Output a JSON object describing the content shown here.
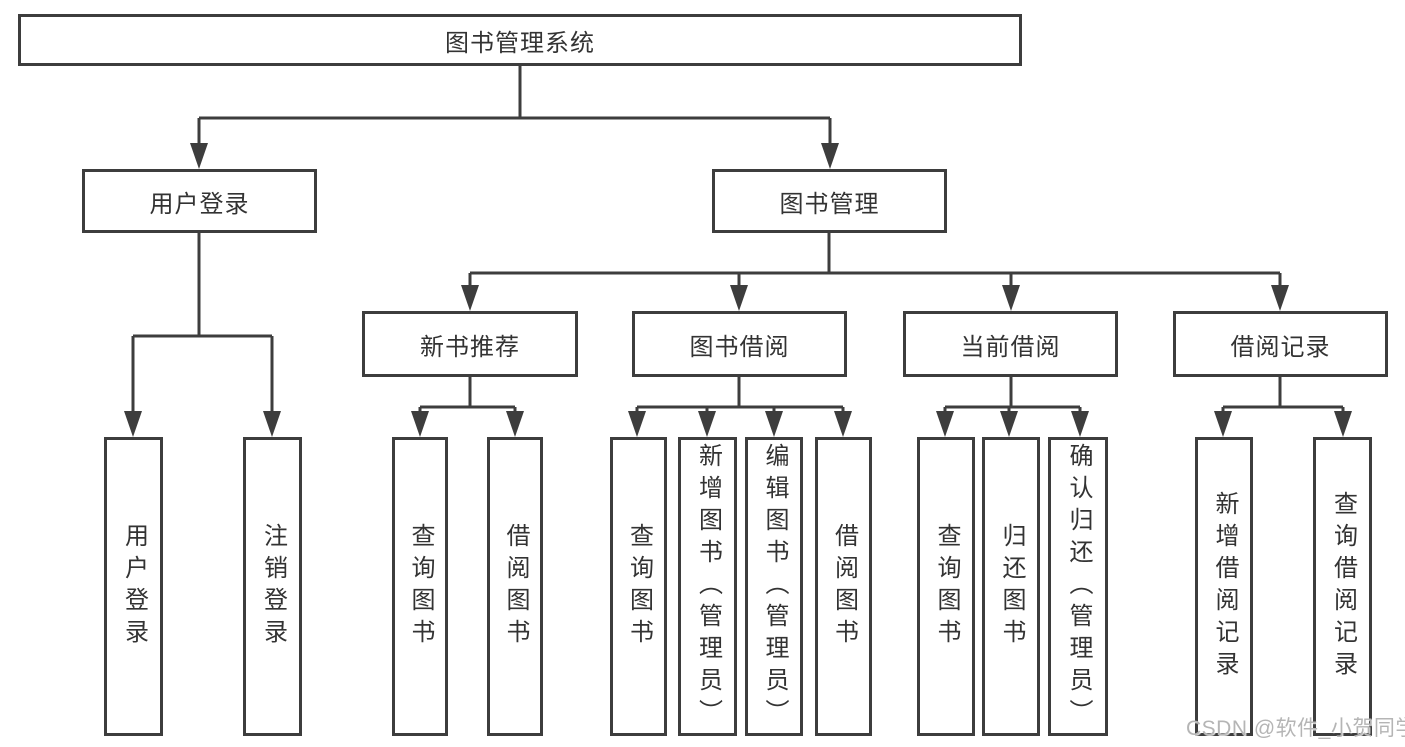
{
  "diagram": {
    "root": {
      "label": "图书管理系统"
    },
    "branches": [
      {
        "label": "用户登录",
        "children": [
          {
            "label": "用户登录"
          },
          {
            "label": "注销登录"
          }
        ]
      },
      {
        "label": "图书管理",
        "groups": [
          {
            "label": "新书推荐",
            "children": [
              {
                "label": "查询图书"
              },
              {
                "label": "借阅图书"
              }
            ]
          },
          {
            "label": "图书借阅",
            "children": [
              {
                "label": "查询图书"
              },
              {
                "label": "新增图书（管理员）"
              },
              {
                "label": "编辑图书（管理员）"
              },
              {
                "label": "借阅图书"
              }
            ]
          },
          {
            "label": "当前借阅",
            "children": [
              {
                "label": "查询图书"
              },
              {
                "label": "归还图书"
              },
              {
                "label": "确认归还（管理员）"
              }
            ]
          },
          {
            "label": "借阅记录",
            "children": [
              {
                "label": "新增借阅记录"
              },
              {
                "label": "查询借阅记录"
              }
            ]
          }
        ]
      }
    ]
  },
  "watermark": {
    "text": "CSDN @软件_小贺同学"
  },
  "colors": {
    "border": "#3d3d3d",
    "line": "#3d3d3d",
    "text": "#333333",
    "watermark": "#b5b5b5",
    "background": "#ffffff"
  }
}
